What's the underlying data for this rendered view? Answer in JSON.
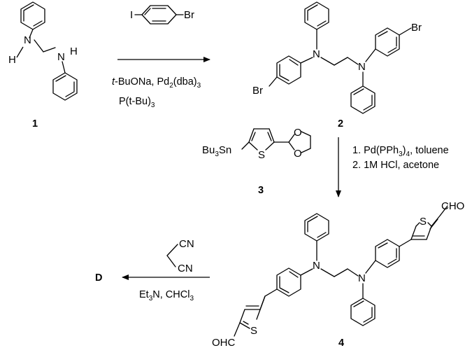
{
  "compound_labels": {
    "c1": "1",
    "c2": "2",
    "c3": "3",
    "c4": "4",
    "product": "D"
  },
  "step1": {
    "reagent_iodo": "I",
    "reagent_bromo": "Br",
    "base_prefix": "t",
    "base_suffix": "-BuONa, Pd",
    "base_sub": "2",
    "base_paren": "(dba)",
    "base_sub2": "3",
    "ligand": "P(t-Bu)",
    "ligand_sub": "3"
  },
  "step2": {
    "line1_pre": "1. Pd(PPh",
    "line1_sub": "3",
    "line1_post": ")",
    "line1_sub2": "4",
    "line1_end": ", toluene",
    "line2": "2. 1M HCl, acetone"
  },
  "step3": {
    "cn_top": "CN",
    "cn_bottom": "CN",
    "cond_pre": "Et",
    "cond_sub": "3",
    "cond_mid": "N, CHCl",
    "cond_sub2": "3"
  },
  "atoms": {
    "N": "N",
    "H": "H",
    "Br": "Br",
    "S": "S",
    "O": "O",
    "CHO": "CHO",
    "OHC": "OHC",
    "tin_pre": "Bu",
    "tin_sub": "3",
    "tin_post": "Sn"
  }
}
